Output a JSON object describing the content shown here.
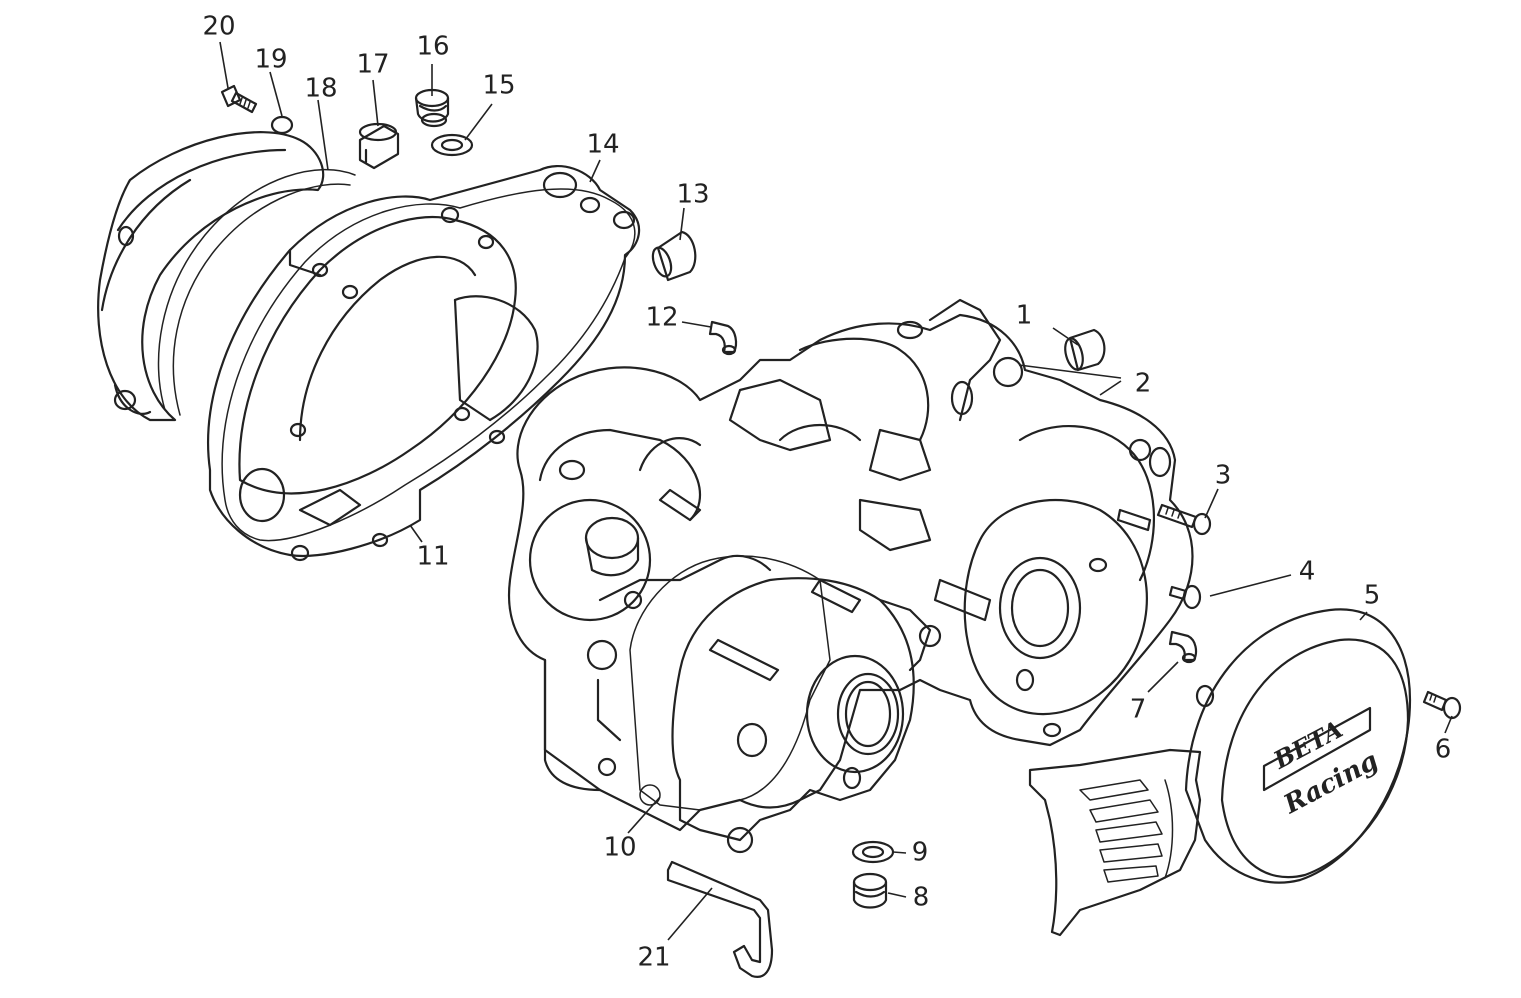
{
  "callouts": [
    "1",
    "2",
    "3",
    "4",
    "5",
    "6",
    "7",
    "8",
    "9",
    "10",
    "11",
    "12",
    "13",
    "14",
    "15",
    "16",
    "17",
    "18",
    "19",
    "20",
    "21"
  ],
  "logo": {
    "brand": "BETA",
    "script": "Racing"
  }
}
